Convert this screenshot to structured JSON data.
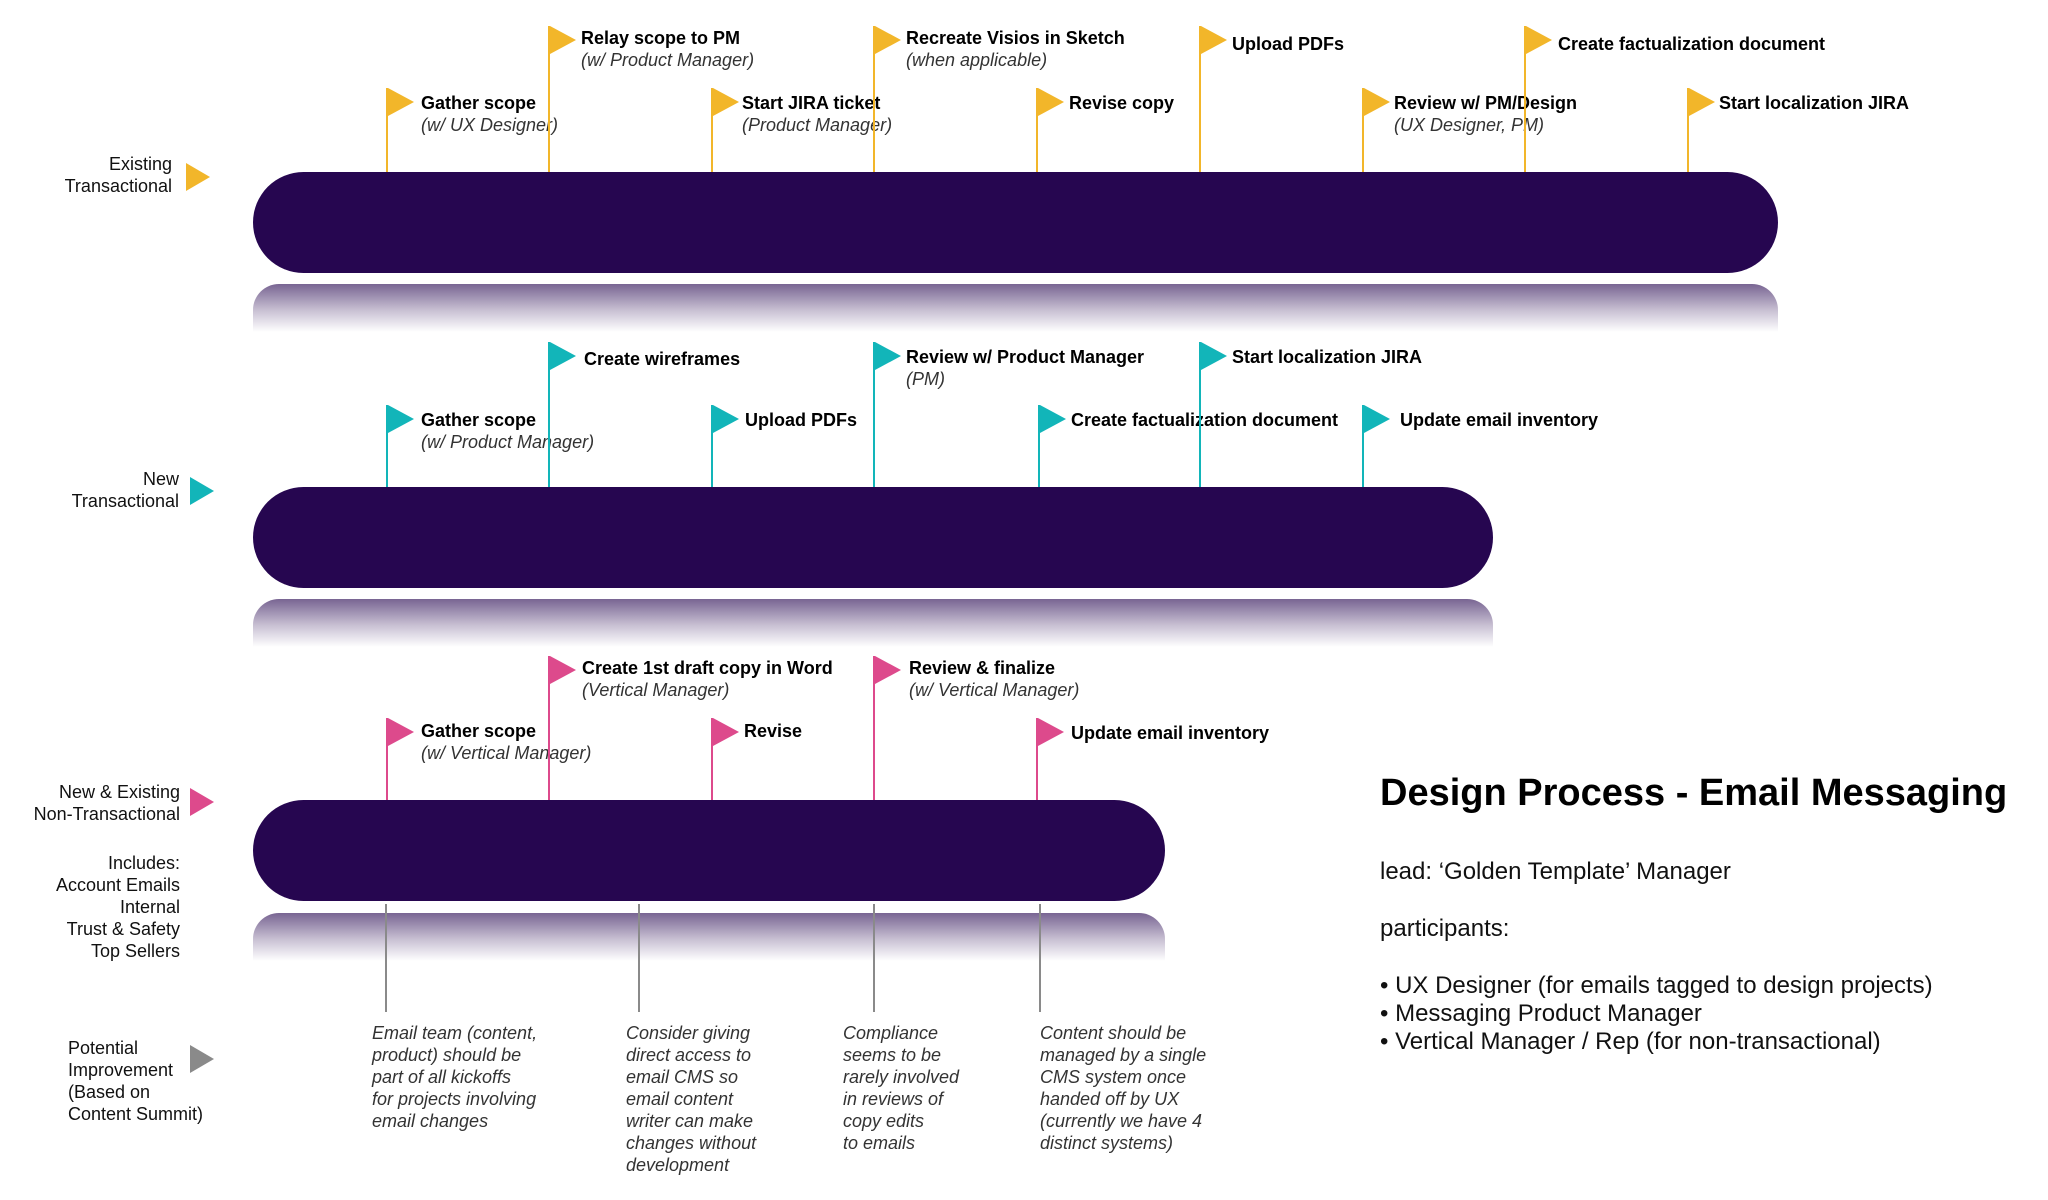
{
  "colors": {
    "bar": "#260650",
    "yellow": "#F2B62A",
    "teal": "#12B5B9",
    "pink": "#DD4A8C",
    "gray": "#8A8A8A"
  },
  "rows": {
    "existing": {
      "label": [
        "Existing",
        "Transactional"
      ],
      "flags": [
        {
          "title": "Gather scope",
          "sub": "(w/ UX Designer)"
        },
        {
          "title": "Relay scope to PM",
          "sub": "(w/ Product Manager)"
        },
        {
          "title": "Start JIRA ticket",
          "sub": "(Product Manager)"
        },
        {
          "title": "Recreate Visios in Sketch",
          "sub": "(when applicable)"
        },
        {
          "title": "Revise copy",
          "sub": ""
        },
        {
          "title": "Upload PDFs",
          "sub": ""
        },
        {
          "title": "Review w/ PM/Design",
          "sub": "(UX Designer, PM)"
        },
        {
          "title": "Create factualization document",
          "sub": ""
        },
        {
          "title": "Start localization JIRA",
          "sub": ""
        }
      ]
    },
    "new": {
      "label": [
        "New",
        "Transactional"
      ],
      "flags": [
        {
          "title": "Gather scope",
          "sub": "(w/ Product Manager)"
        },
        {
          "title": "Create wireframes",
          "sub": ""
        },
        {
          "title": "Upload PDFs",
          "sub": ""
        },
        {
          "title": "Review w/ Product Manager",
          "sub": "(PM)"
        },
        {
          "title": "Create factualization document",
          "sub": ""
        },
        {
          "title": "Start localization JIRA",
          "sub": ""
        },
        {
          "title": "Update email inventory",
          "sub": ""
        }
      ]
    },
    "nontrans": {
      "label": [
        "New & Existing",
        "Non-Transactional"
      ],
      "includes": [
        "Includes:",
        "Account Emails",
        "Internal",
        "Trust & Safety",
        "Top Sellers"
      ],
      "flags": [
        {
          "title": "Gather scope",
          "sub": "(w/ Vertical Manager)"
        },
        {
          "title": "Create 1st draft copy in Word",
          "sub": "(Vertical Manager)"
        },
        {
          "title": "Revise",
          "sub": ""
        },
        {
          "title": "Review & finalize",
          "sub": "(w/ Vertical Manager)"
        },
        {
          "title": "Update email inventory",
          "sub": ""
        }
      ]
    }
  },
  "improvement": {
    "label": [
      "Potential",
      "Improvement",
      "(Based on",
      "Content Summit)"
    ],
    "notes": [
      [
        "Email team (content,",
        "product) should be",
        "part of all kickoffs",
        "for projects involving",
        "email changes"
      ],
      [
        "Consider giving",
        "direct access to",
        "email CMS so",
        "email content",
        "writer can make",
        "changes without",
        "development"
      ],
      [
        "Compliance",
        "seems to be",
        "rarely involved",
        "in reviews of",
        "copy edits",
        "to emails"
      ],
      [
        "Content should be",
        "managed by a single",
        "CMS system once",
        "handed off by UX",
        "(currently we have 4",
        "distinct systems)"
      ]
    ]
  },
  "info": {
    "title": "Design Process - Email Messaging",
    "lead": "lead: ‘Golden Template’ Manager",
    "participants_label": "participants:",
    "participants": [
      "• UX Designer (for emails tagged to design projects)",
      "• Messaging Product Manager",
      "• Vertical Manager / Rep (for non-transactional)"
    ]
  }
}
